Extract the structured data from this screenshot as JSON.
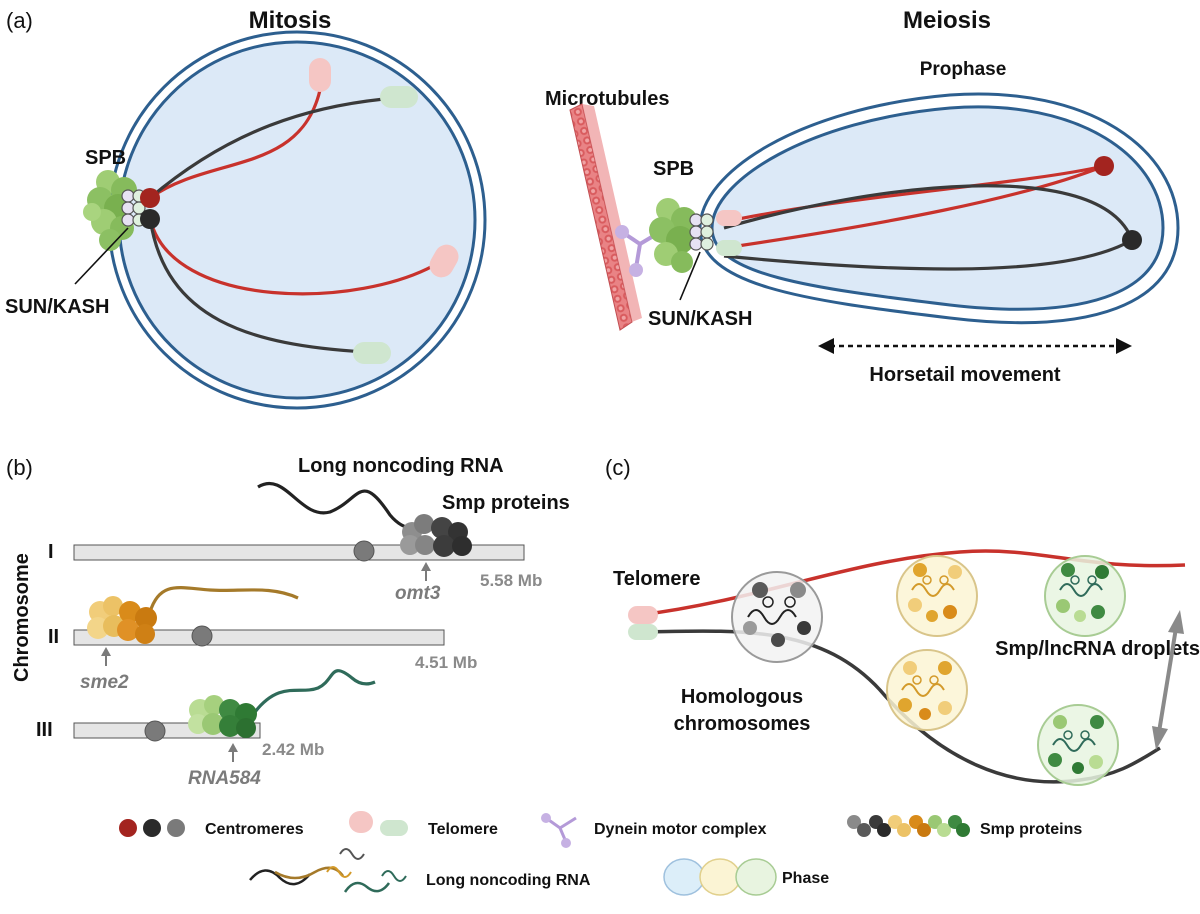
{
  "panels": {
    "a": {
      "label": "(a)",
      "mitosis": {
        "title": "Mitosis",
        "spb": "SPB",
        "sun_kash": "SUN/KASH"
      },
      "meiosis": {
        "title": "Meiosis",
        "phase": "Prophase",
        "microtubules": "Microtubules",
        "spb": "SPB",
        "sun_kash": "SUN/KASH",
        "movement": "Horsetail movement"
      }
    },
    "b": {
      "label": "(b)",
      "axis_label": "Chromosome",
      "lncrna_label": "Long noncoding RNA",
      "smp_label": "Smp proteins",
      "chromosomes": [
        {
          "roman": "I",
          "size": "5.58 Mb",
          "gene": "omt3"
        },
        {
          "roman": "II",
          "size": "4.51 Mb",
          "gene": "sme2"
        },
        {
          "roman": "III",
          "size": "2.42 Mb",
          "gene": "RNA584"
        }
      ]
    },
    "c": {
      "label": "(c)",
      "telomere": "Telomere",
      "droplets": "Smp/lncRNA droplets",
      "homologous": [
        "Homologous",
        "chromosomes"
      ]
    }
  },
  "legend": {
    "centromeres": "Centromeres",
    "telomere": "Telomere",
    "dynein": "Dynein motor complex",
    "smp": "Smp proteins",
    "lncrna": "Long noncoding RNA",
    "phase": "Phase"
  },
  "colors": {
    "nuclear_envelope": "#2d5f8f",
    "nucleoplasm": "#dce9f7",
    "chromosome_red": "#c8322c",
    "chromosome_dark": "#3a3a3a",
    "telomere_pink": "#f5c6c4",
    "telomere_green": "#cfe6cf",
    "spb_green": "#8cc063",
    "microtubule": "#e0787a",
    "dynein_purple": "#b49ad8",
    "smp_orange": "#e0a52e",
    "smp_green": "#4a9a4a",
    "lncrna_brown": "#a57a2a",
    "lncrna_teal": "#2f6b5a",
    "chromosome_bar": "#e5e5e5"
  }
}
